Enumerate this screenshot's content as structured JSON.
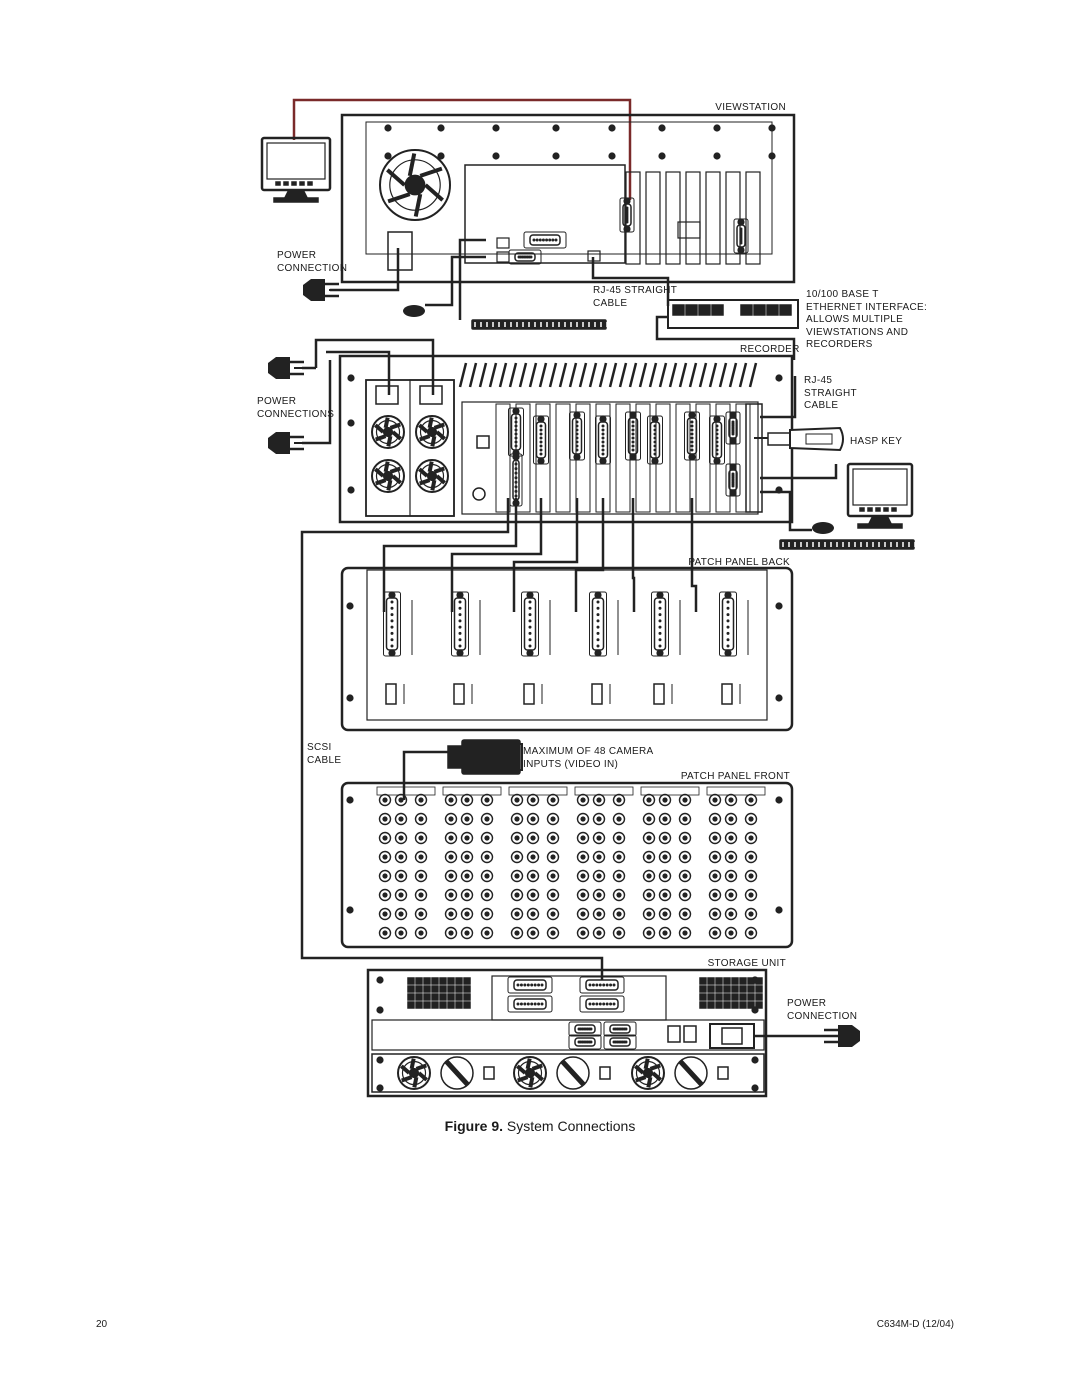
{
  "labels": {
    "viewstation": "VIEWSTATION",
    "power_connection_top": "POWER\nCONNECTION",
    "rj45_cable_top": "RJ-45 STRAIGHT\nCABLE",
    "ethernet_interface": "10/100 BASE T\nETHERNET INTERFACE:\nALLOWS MULTIPLE\nVIEWSTATIONS AND\nRECORDERS",
    "recorder": "RECORDER",
    "power_connections": "POWER\nCONNECTIONS",
    "rj45_cable_right": "RJ-45\nSTRAIGHT\nCABLE",
    "hasp_key": "HASP KEY",
    "patch_panel_back": "PATCH PANEL BACK",
    "scsi_cable": "SCSI\nCABLE",
    "camera_inputs": "MAXIMUM OF 48 CAMERA\nINPUTS (VIDEO IN)",
    "patch_panel_front": "PATCH PANEL FRONT",
    "storage_unit": "STORAGE UNIT",
    "power_connection_bottom": "POWER\nCONNECTION"
  },
  "caption": {
    "figure": "Figure 9.",
    "title": "System Connections"
  },
  "footer": {
    "page_number": "20",
    "doc_code": "C634M-D (12/04)"
  },
  "icons": [
    "monitor-icon",
    "mouse-icon",
    "keyboard-icon",
    "power-plug-icon",
    "camera-icon",
    "hasp-key-icon",
    "fan-icon"
  ]
}
